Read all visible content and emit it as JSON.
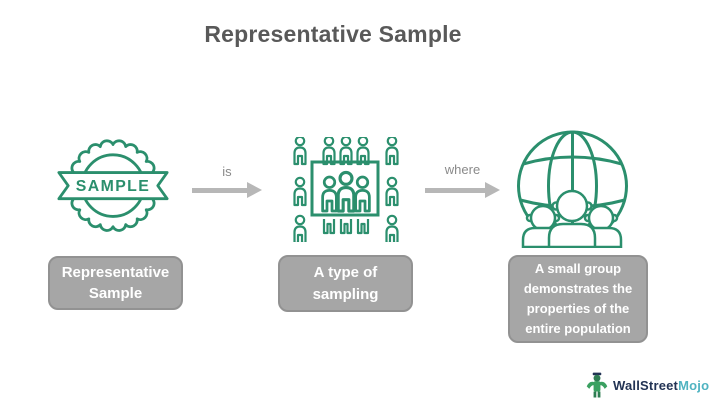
{
  "title": "Representative Sample",
  "seal": {
    "text": "SAMPLE"
  },
  "arrows": [
    {
      "label": "is"
    },
    {
      "label": "where"
    }
  ],
  "boxes": [
    {
      "text": "Representative\nSample"
    },
    {
      "text": "A type of\nsampling"
    },
    {
      "text": "A small group\ndemonstrates the\nproperties of the\nentire population"
    }
  ],
  "logo": {
    "brand_dark": "WallStreet",
    "brand_accent": "Mojo"
  },
  "colors": {
    "icon_green": "#2b8f6d",
    "box_gray": "#a6a6a6",
    "box_border_gray": "#929292",
    "title_gray": "#595959",
    "arrow_gray": "#b7b7b7",
    "arrow_label_gray": "#8a8a8a",
    "logo_navy": "#223354",
    "logo_teal": "#4fb3c1",
    "logo_mascot_green": "#3aa061"
  },
  "icons": {
    "seal": "sample-seal-badge-icon",
    "population": "population-sample-grid-icon",
    "globe": "globe-people-icon",
    "arrow": "right-arrow",
    "mascot": "wallstreetmojo-mascot-icon"
  }
}
